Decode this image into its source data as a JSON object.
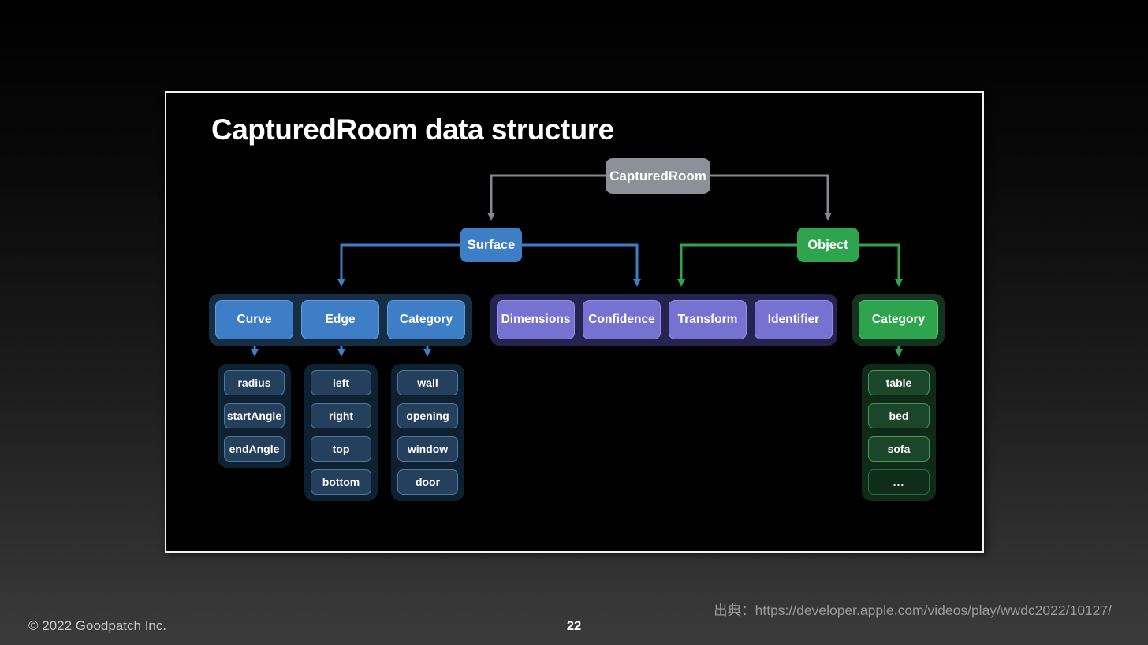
{
  "slide": {
    "title": "CapturedRoom data structure"
  },
  "footer": {
    "copyright": "© 2022 Goodpatch Inc.",
    "page_number": "22",
    "source": "出典：https://developer.apple.com/videos/play/wwdc2022/10127/"
  },
  "diagram": {
    "root": {
      "label": "CapturedRoom"
    },
    "surface": {
      "label": "Surface"
    },
    "object": {
      "label": "Object"
    },
    "surface_children": {
      "curve": "Curve",
      "edge": "Edge",
      "category": "Category"
    },
    "shared_children": {
      "dimensions": "Dimensions",
      "confidence": "Confidence",
      "transform": "Transform",
      "identifier": "Identifier"
    },
    "object_children": {
      "category": "Category"
    },
    "curve_items": [
      "radius",
      "startAngle",
      "endAngle"
    ],
    "edge_items": [
      "left",
      "right",
      "top",
      "bottom"
    ],
    "surface_category_items": [
      "wall",
      "opening",
      "window",
      "door"
    ],
    "object_category_items": [
      "table",
      "bed",
      "sofa",
      "..."
    ]
  },
  "colors": {
    "root_fill": "#8b9199",
    "surface_blue": "#3d7ec6",
    "object_green": "#2fa44f",
    "attribute_purple": "#7672d2",
    "connector_gray": "#85898f",
    "slide_border": "#f2f2f2"
  }
}
